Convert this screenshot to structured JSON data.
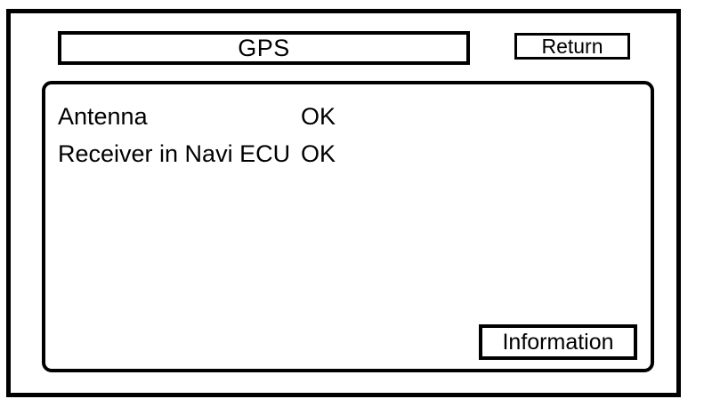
{
  "screen": {
    "title": "GPS",
    "colors": {
      "ink": "#000000",
      "background": "#ffffff"
    }
  },
  "header": {
    "title": "GPS",
    "return_label": "Return"
  },
  "diagnostics": {
    "rows": [
      {
        "label": "Antenna",
        "value": "OK"
      },
      {
        "label": "Receiver in Navi ECU",
        "value": "OK"
      }
    ]
  },
  "footer": {
    "information_label": "Information"
  }
}
